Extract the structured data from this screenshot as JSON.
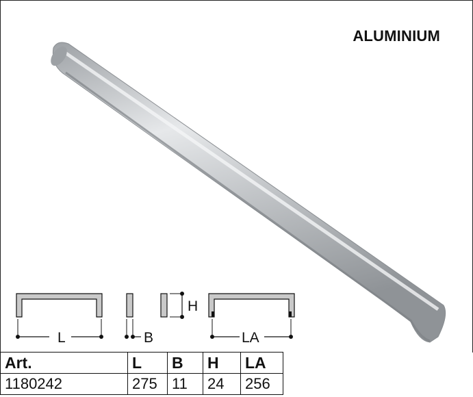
{
  "material": "ALUMINIUM",
  "dimension_labels": {
    "L": "L",
    "B": "B",
    "H": "H",
    "LA": "LA"
  },
  "table": {
    "headers": [
      "Art.",
      "L",
      "B",
      "H",
      "LA"
    ],
    "rows": [
      [
        "1180242",
        "275",
        "11",
        "24",
        "256"
      ]
    ]
  },
  "colors": {
    "metal_light": "#e4e6e8",
    "metal_mid": "#b9bcc0",
    "metal_dark": "#8e9296",
    "diagram_fill": "#c9c9c9",
    "line": "#111111"
  }
}
